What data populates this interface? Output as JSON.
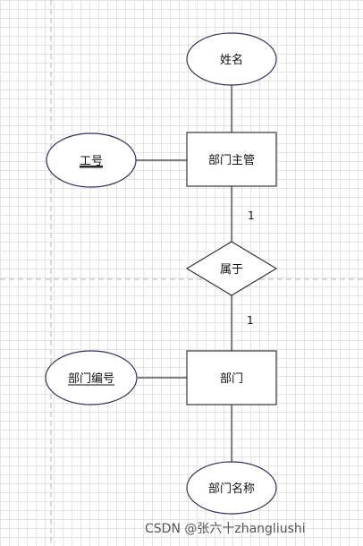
{
  "diagram": {
    "entities": [
      {
        "id": "manager",
        "label": "部门主管"
      },
      {
        "id": "dept",
        "label": "部门"
      }
    ],
    "attributes": [
      {
        "id": "name",
        "label": "姓名",
        "key": false
      },
      {
        "id": "empno",
        "label": "工号",
        "key": true
      },
      {
        "id": "deptno",
        "label": "部门编号",
        "key": true
      },
      {
        "id": "deptname",
        "label": "部门名称",
        "key": false
      }
    ],
    "relationship": {
      "label": "属于"
    },
    "cardinalities": [
      "1",
      "1"
    ]
  },
  "watermark": "CSDN @张六十zhangliushi",
  "colors": {
    "stroke": "#333333",
    "ellipse_stroke": "#2c3257",
    "guide": "#b5b5b5",
    "grid": "#e4e4e4"
  }
}
